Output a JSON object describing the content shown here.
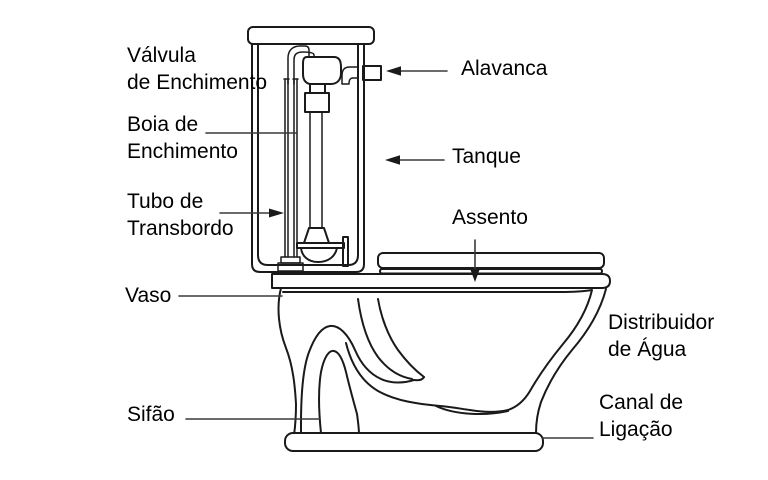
{
  "figure": {
    "type": "labeled-diagram",
    "subject": "toilet cross-section (corte de vaso sanitário)",
    "background_color": "#ffffff",
    "line_color": "#1a1a1a",
    "leader_line_color": "#3a3a3a",
    "text_color": "#000000"
  },
  "labels": {
    "valvula": "Válvula\nde Enchimento",
    "boia": "Boia de\nEnchimento",
    "tubo": "Tubo de\nTransbordo",
    "vaso": "Vaso",
    "sifao": "Sifão",
    "alavanca": "Alavanca",
    "tanque": "Tanque",
    "assento": "Assento",
    "distribuidor": "Distribuidor\nde Água",
    "canal": "Canal de\nLigação"
  }
}
